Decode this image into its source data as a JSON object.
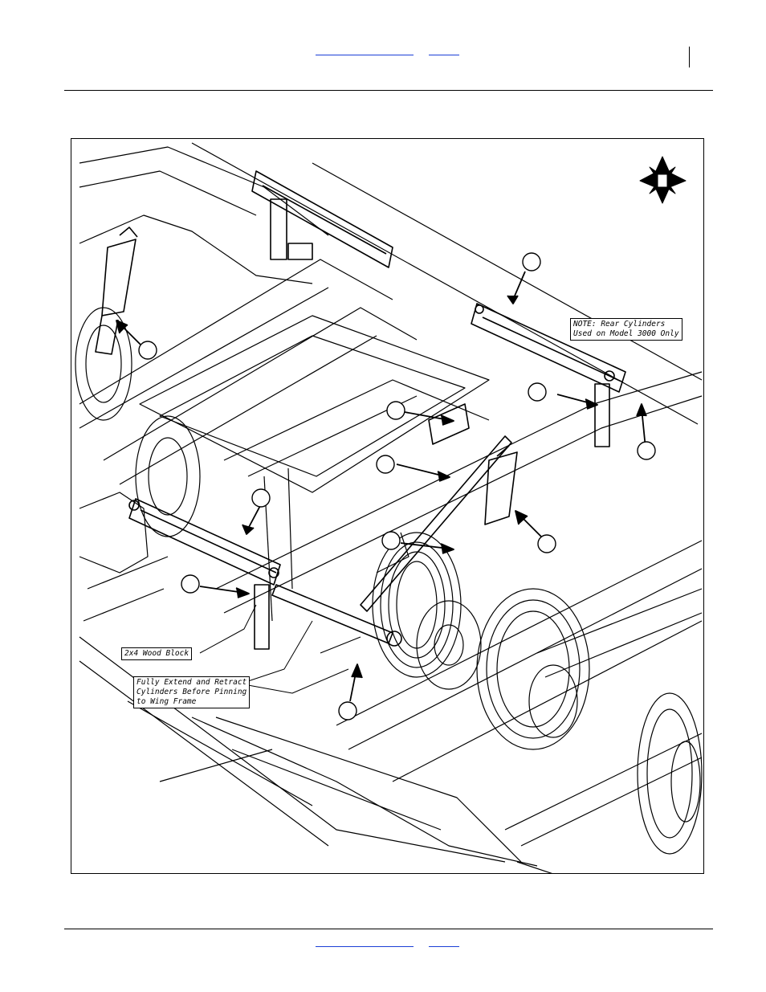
{
  "header": {
    "link_1": "",
    "link_2": ""
  },
  "footer": {
    "link_1": "",
    "link_2": ""
  },
  "figure": {
    "note_rear_cylinders": "NOTE: Rear Cylinders\nUsed on Model 3000 Only",
    "note_wood_block": "2x4 Wood Block",
    "note_extend_retract": "Fully Extend and Retract\nCylinders Before Pinning\nto Wing Frame",
    "icons": [
      "compass-rose-icon"
    ],
    "callout_count": 11
  },
  "colors": {
    "link": "#1a3fd6",
    "line": "#000000",
    "paper": "#ffffff"
  }
}
